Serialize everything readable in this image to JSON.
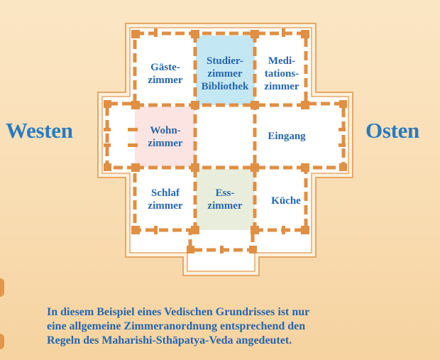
{
  "directions": {
    "west": "Westen",
    "east": "Osten"
  },
  "rooms": {
    "gaeste": "Gäste-\nzimmer",
    "studier": "Studier-\nzimmer\nBibliothek",
    "meditation": "Medi-\ntations-\nzimmer",
    "wohn": "Wohn-\nzimmer",
    "eingang": "Eingang",
    "schlaf": "Schlaf\nzimmer",
    "ess": "Ess-\nzimmer",
    "kueche": "Küche"
  },
  "caption": [
    "In diesem Beispiel eines Vedischen Grundrisses ist nur",
    "eine allgemeine Zimmeranordnung entsprechend den",
    "Regeln des Maharishi-Sthāpatya-Veda angedeutet."
  ],
  "colors": {
    "wall": "#e08f43",
    "outline": "#e6a768",
    "floor": "#ffffff",
    "text": "#2566ad",
    "studier_bg": "#c4e7f4",
    "wohn_bg": "#fbe4e2",
    "ess_bg": "#e9eddc"
  }
}
